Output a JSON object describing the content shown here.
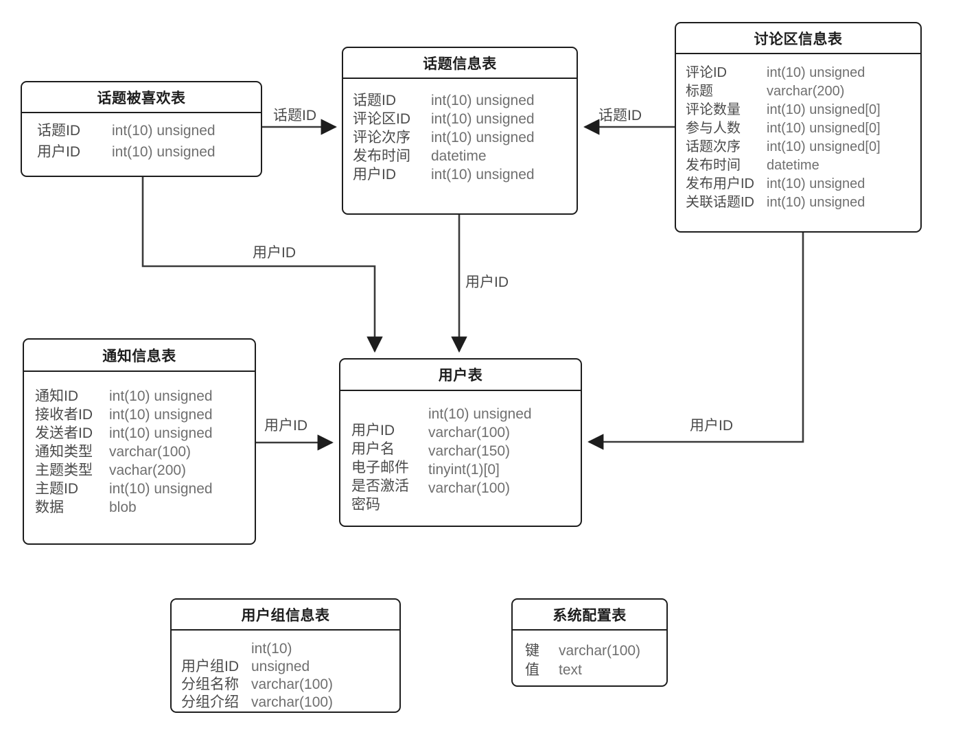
{
  "diagram": {
    "kind": "database-er-diagram",
    "colors": {
      "stroke": "#1d1d1d",
      "text": "#4a4a4a",
      "type_text": "#6f6f6f",
      "background": "#ffffff"
    }
  },
  "entities": {
    "liked": {
      "title": "话题被喜欢表",
      "fields": [
        {
          "name": "话题ID",
          "type": "int(10) unsigned"
        },
        {
          "name": "用户ID",
          "type": "int(10) unsigned"
        }
      ]
    },
    "topic": {
      "title": "话题信息表",
      "fields": [
        {
          "name": "话题ID",
          "type": "int(10) unsigned"
        },
        {
          "name": "评论区ID",
          "type": "int(10) unsigned"
        },
        {
          "name": "评论次序",
          "type": "int(10) unsigned"
        },
        {
          "name": "发布时间",
          "type": "datetime"
        },
        {
          "name": "用户ID",
          "type": "int(10) unsigned"
        }
      ]
    },
    "forum": {
      "title": "讨论区信息表",
      "fields": [
        {
          "name": "评论ID",
          "type": "int(10) unsigned"
        },
        {
          "name": "标题",
          "type": "varchar(200)"
        },
        {
          "name": "评论数量",
          "type": "int(10) unsigned[0]"
        },
        {
          "name": "参与人数",
          "type": "int(10) unsigned[0]"
        },
        {
          "name": "话题次序",
          "type": "int(10) unsigned[0]"
        },
        {
          "name": "发布时间",
          "type": "datetime"
        },
        {
          "name": "发布用户ID",
          "type": "int(10) unsigned"
        },
        {
          "name": "关联话题ID",
          "type": "int(10) unsigned"
        }
      ]
    },
    "notice": {
      "title": "通知信息表",
      "fields": [
        {
          "name": "通知ID",
          "type": "int(10) unsigned"
        },
        {
          "name": "接收者ID",
          "type": "int(10) unsigned"
        },
        {
          "name": "发送者ID",
          "type": "int(10) unsigned"
        },
        {
          "name": "通知类型",
          "type": "varchar(100)"
        },
        {
          "name": "主题类型",
          "type": "vachar(200)"
        },
        {
          "name": "主题ID",
          "type": "int(10) unsigned"
        },
        {
          "name": "数据",
          "type": "blob"
        }
      ]
    },
    "user": {
      "title": "用户表",
      "names": [
        "用户ID",
        "用户名",
        "电子邮件",
        "是否激活",
        "密码"
      ],
      "types": [
        "int(10) unsigned",
        "varchar(100)",
        "varchar(150)",
        "tinyint(1)[0]",
        "varchar(100)"
      ]
    },
    "group": {
      "title": "用户组信息表",
      "names": [
        "用户组ID",
        "分组名称",
        "分组介绍"
      ],
      "types": [
        "int(10)",
        "unsigned",
        "varchar(100)",
        "varchar(100)"
      ]
    },
    "config": {
      "title": "系统配置表",
      "fields": [
        {
          "name": "键",
          "type": "varchar(100)"
        },
        {
          "name": "值",
          "type": "text"
        }
      ]
    }
  },
  "relationships": [
    {
      "id": "liked-to-topic",
      "label": "话题ID",
      "from": "话题被喜欢表",
      "to": "话题信息表"
    },
    {
      "id": "forum-to-topic",
      "label": "话题ID",
      "from": "讨论区信息表",
      "to": "话题信息表"
    },
    {
      "id": "liked-to-user",
      "label": "用户ID",
      "from": "话题被喜欢表",
      "to": "用户表"
    },
    {
      "id": "topic-to-user",
      "label": "用户ID",
      "from": "话题信息表",
      "to": "用户表"
    },
    {
      "id": "notice-to-user",
      "label": "用户ID",
      "from": "通知信息表",
      "to": "用户表"
    },
    {
      "id": "forum-to-user",
      "label": "用户ID",
      "from": "讨论区信息表",
      "to": "用户表"
    }
  ]
}
